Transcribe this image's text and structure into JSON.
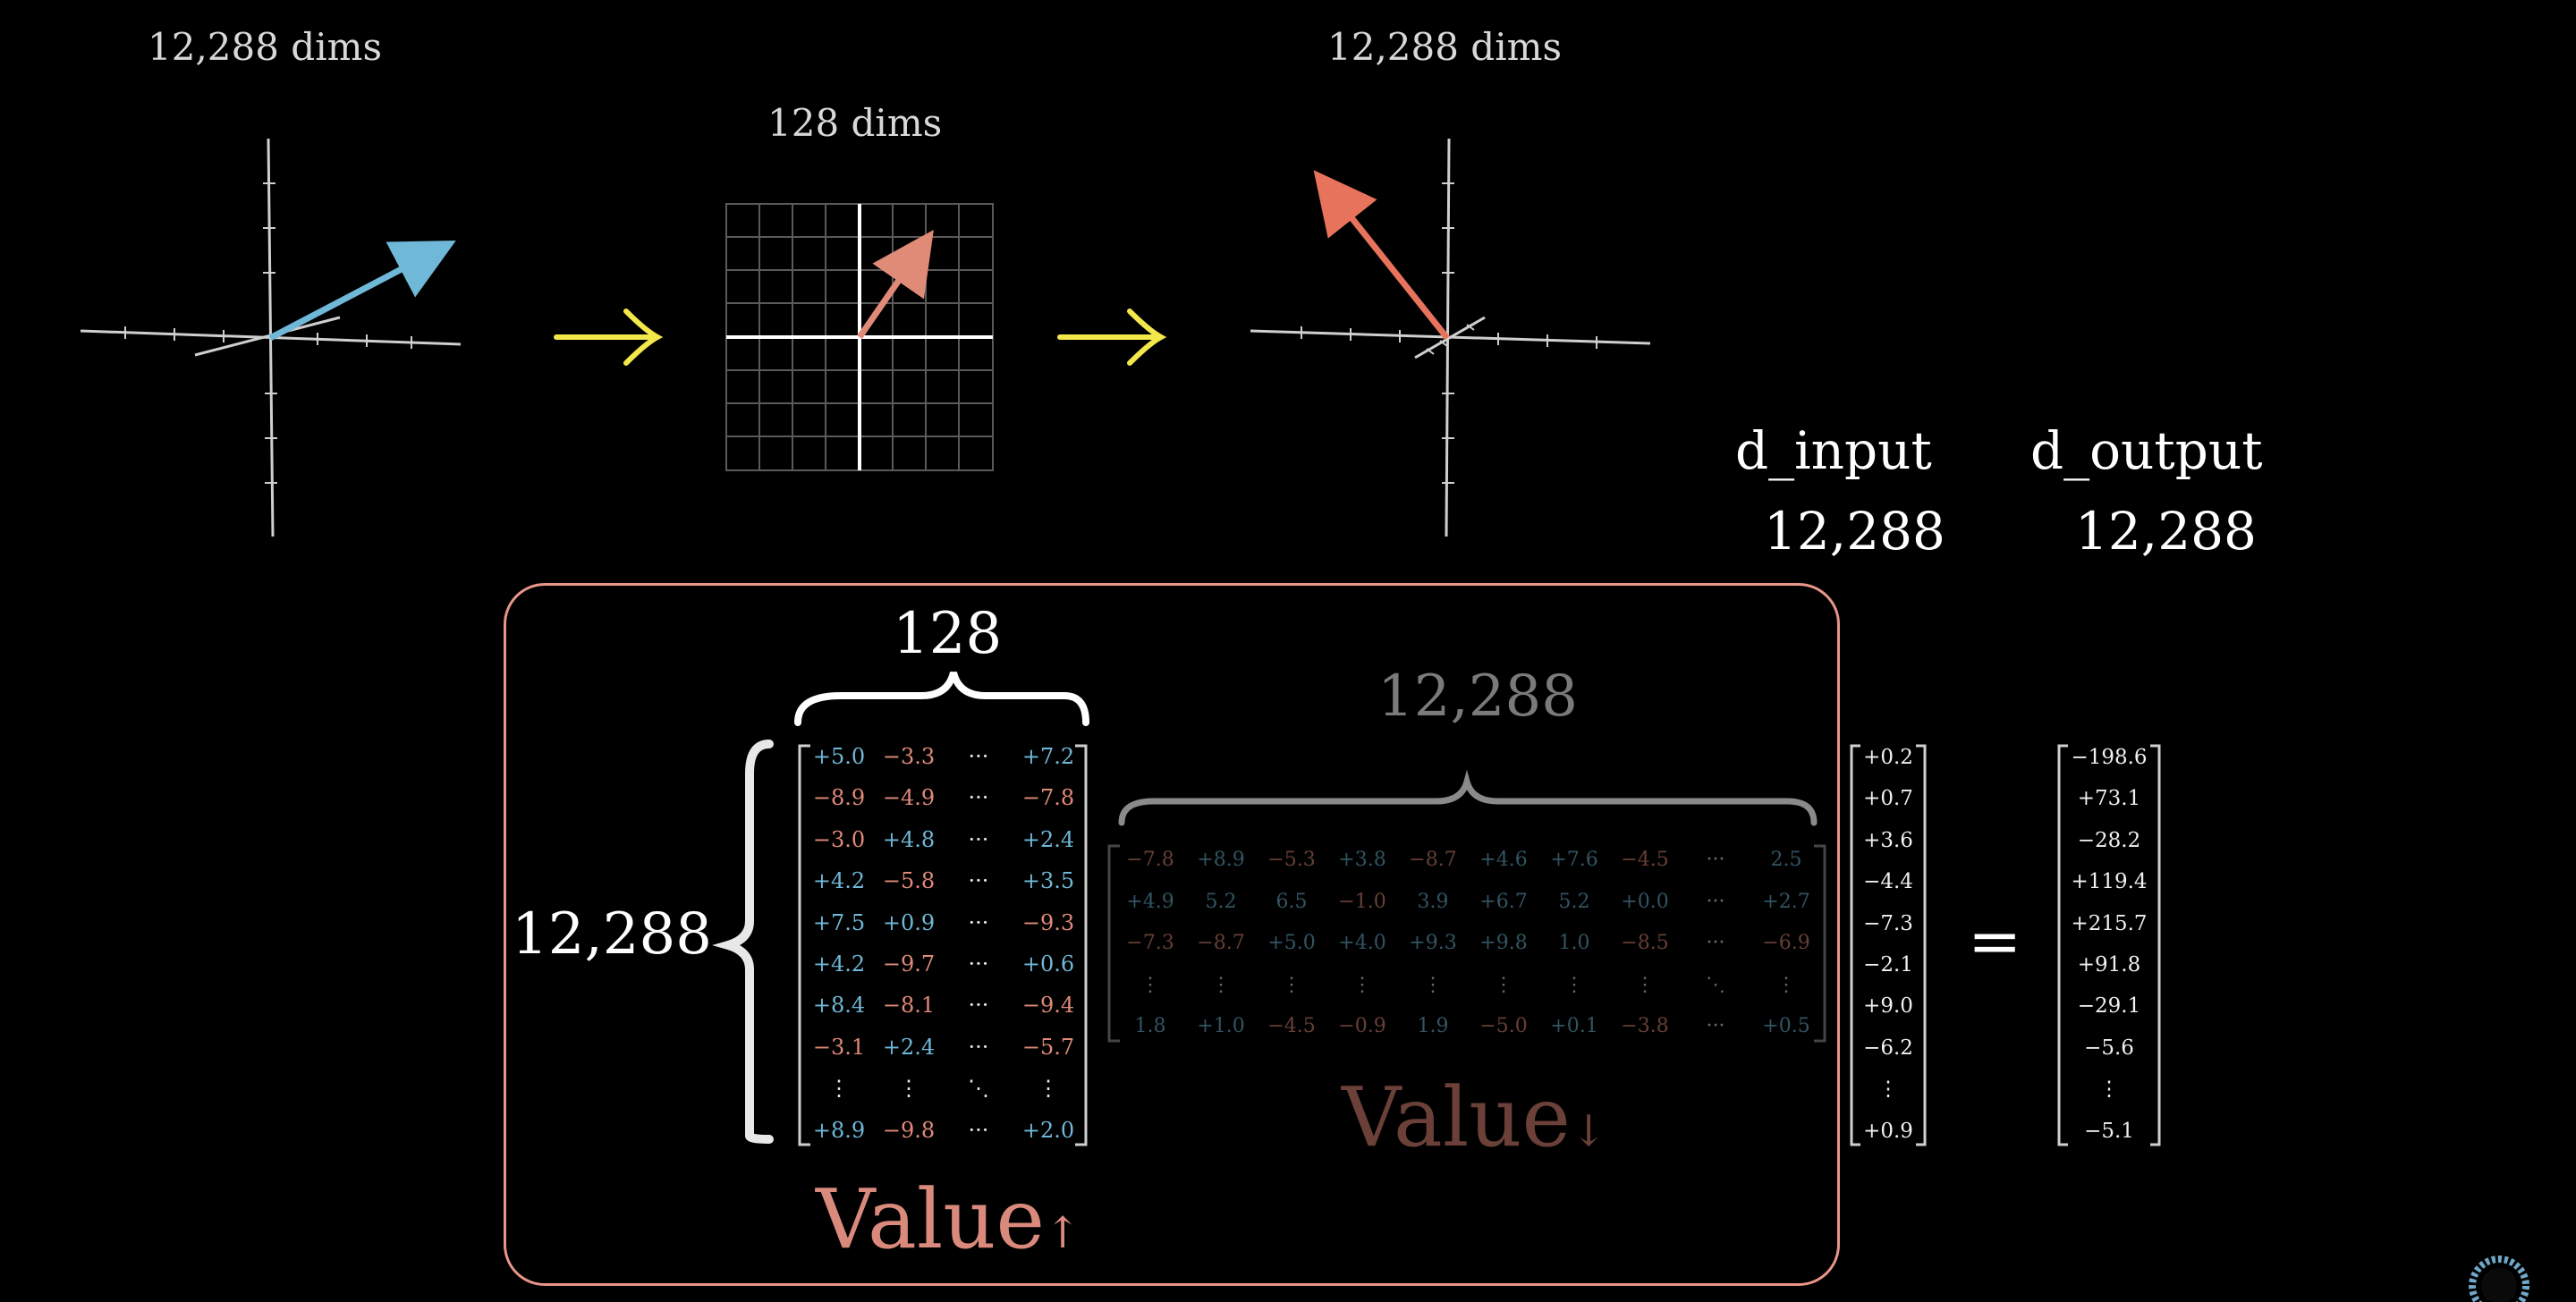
{
  "top": {
    "left_dims": "12,288 dims",
    "middle_dims": "128 dims",
    "right_dims": "12,288 dims"
  },
  "right_labels": {
    "d_input": "d_input",
    "d_input_value": "12,288",
    "d_output": "d_output",
    "d_output_value": "12,288"
  },
  "box": {
    "brace_top_label": "128",
    "brace_left_label": "12,288",
    "down_brace_label": "12,288",
    "value_up_label": "Value",
    "value_up_arrow": "↑",
    "value_down_label": "Value",
    "value_down_arrow": "↓"
  },
  "equals": "=",
  "colors": {
    "blue": "#6fb8d8",
    "salmon": "#e08a78",
    "orange_red": "#e8735c",
    "yellow": "#f2e84a",
    "box_border": "#e8968a",
    "value_text": "#d98a7c",
    "gray": "#9a9a9a"
  },
  "value_up_matrix": {
    "rows": [
      [
        {
          "v": "+5.0",
          "c": "b"
        },
        {
          "v": "−3.3",
          "c": "s"
        },
        {
          "v": "···",
          "c": "w"
        },
        {
          "v": "+7.2",
          "c": "b"
        }
      ],
      [
        {
          "v": "−8.9",
          "c": "s"
        },
        {
          "v": "−4.9",
          "c": "s"
        },
        {
          "v": "···",
          "c": "w"
        },
        {
          "v": "−7.8",
          "c": "s"
        }
      ],
      [
        {
          "v": "−3.0",
          "c": "s"
        },
        {
          "v": "+4.8",
          "c": "b"
        },
        {
          "v": "···",
          "c": "w"
        },
        {
          "v": "+2.4",
          "c": "b"
        }
      ],
      [
        {
          "v": "+4.2",
          "c": "b"
        },
        {
          "v": "−5.8",
          "c": "s"
        },
        {
          "v": "···",
          "c": "w"
        },
        {
          "v": "+3.5",
          "c": "b"
        }
      ],
      [
        {
          "v": "+7.5",
          "c": "b"
        },
        {
          "v": "+0.9",
          "c": "b"
        },
        {
          "v": "···",
          "c": "w"
        },
        {
          "v": "−9.3",
          "c": "s"
        }
      ],
      [
        {
          "v": "+4.2",
          "c": "b"
        },
        {
          "v": "−9.7",
          "c": "s"
        },
        {
          "v": "···",
          "c": "w"
        },
        {
          "v": "+0.6",
          "c": "b"
        }
      ],
      [
        {
          "v": "+8.4",
          "c": "b"
        },
        {
          "v": "−8.1",
          "c": "s"
        },
        {
          "v": "···",
          "c": "w"
        },
        {
          "v": "−9.4",
          "c": "s"
        }
      ],
      [
        {
          "v": "−3.1",
          "c": "s"
        },
        {
          "v": "+2.4",
          "c": "b"
        },
        {
          "v": "···",
          "c": "w"
        },
        {
          "v": "−5.7",
          "c": "s"
        }
      ],
      [
        {
          "v": "⋮",
          "c": "w"
        },
        {
          "v": "⋮",
          "c": "w"
        },
        {
          "v": "⋱",
          "c": "w"
        },
        {
          "v": "⋮",
          "c": "w"
        }
      ],
      [
        {
          "v": "+8.9",
          "c": "b"
        },
        {
          "v": "−9.8",
          "c": "s"
        },
        {
          "v": "···",
          "c": "w"
        },
        {
          "v": "+2.0",
          "c": "b"
        }
      ]
    ]
  },
  "value_down_matrix": {
    "rows": [
      [
        {
          "v": "−7.8",
          "c": "s"
        },
        {
          "v": "+8.9",
          "c": "b"
        },
        {
          "v": "−5.3",
          "c": "s"
        },
        {
          "v": "+3.8",
          "c": "b"
        },
        {
          "v": "−8.7",
          "c": "s"
        },
        {
          "v": "+4.6",
          "c": "b"
        },
        {
          "v": "+7.6",
          "c": "b"
        },
        {
          "v": "−4.5",
          "c": "s"
        },
        {
          "v": "···",
          "c": "w"
        },
        {
          "v": "2.5",
          "c": "b"
        }
      ],
      [
        {
          "v": "+4.9",
          "c": "b"
        },
        {
          "v": "5.2",
          "c": "b"
        },
        {
          "v": "6.5",
          "c": "b"
        },
        {
          "v": "−1.0",
          "c": "s"
        },
        {
          "v": "3.9",
          "c": "b"
        },
        {
          "v": "+6.7",
          "c": "b"
        },
        {
          "v": "5.2",
          "c": "b"
        },
        {
          "v": "+0.0",
          "c": "b"
        },
        {
          "v": "···",
          "c": "w"
        },
        {
          "v": "+2.7",
          "c": "b"
        }
      ],
      [
        {
          "v": "−7.3",
          "c": "s"
        },
        {
          "v": "−8.7",
          "c": "s"
        },
        {
          "v": "+5.0",
          "c": "b"
        },
        {
          "v": "+4.0",
          "c": "b"
        },
        {
          "v": "+9.3",
          "c": "b"
        },
        {
          "v": "+9.8",
          "c": "b"
        },
        {
          "v": "1.0",
          "c": "b"
        },
        {
          "v": "−8.5",
          "c": "s"
        },
        {
          "v": "···",
          "c": "w"
        },
        {
          "v": "−6.9",
          "c": "s"
        }
      ],
      [
        {
          "v": "⋮",
          "c": "w"
        },
        {
          "v": "⋮",
          "c": "w"
        },
        {
          "v": "⋮",
          "c": "w"
        },
        {
          "v": "⋮",
          "c": "w"
        },
        {
          "v": "⋮",
          "c": "w"
        },
        {
          "v": "⋮",
          "c": "w"
        },
        {
          "v": "⋮",
          "c": "w"
        },
        {
          "v": "⋮",
          "c": "w"
        },
        {
          "v": "⋱",
          "c": "w"
        },
        {
          "v": "⋮",
          "c": "w"
        }
      ],
      [
        {
          "v": "1.8",
          "c": "b"
        },
        {
          "v": "+1.0",
          "c": "b"
        },
        {
          "v": "−4.5",
          "c": "s"
        },
        {
          "v": "−0.9",
          "c": "s"
        },
        {
          "v": "1.9",
          "c": "b"
        },
        {
          "v": "−5.0",
          "c": "s"
        },
        {
          "v": "+0.1",
          "c": "b"
        },
        {
          "v": "−3.8",
          "c": "s"
        },
        {
          "v": "···",
          "c": "w"
        },
        {
          "v": "+0.5",
          "c": "b"
        }
      ]
    ]
  },
  "input_vector": [
    "+0.2",
    "+0.7",
    "+3.6",
    "−4.4",
    "−7.3",
    "−2.1",
    "+9.0",
    "−6.2",
    "⋮",
    "+0.9"
  ],
  "output_vector": [
    "−198.6",
    "+73.1",
    "−28.2",
    "+119.4",
    "+215.7",
    "+91.8",
    "−29.1",
    "−5.6",
    "⋮",
    "−5.1"
  ]
}
